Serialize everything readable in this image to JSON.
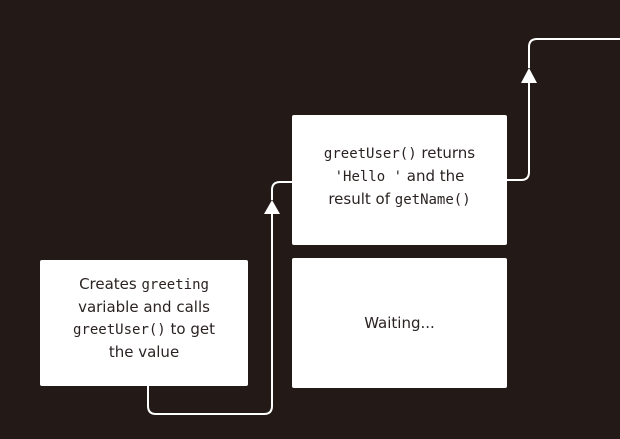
{
  "caller_box": {
    "line1_text": "Creates ",
    "line1_code": "greeting",
    "line2_text": "variable and calls",
    "line3_code": "greetUser()",
    "line3_text": " to get",
    "line4_text": "the value"
  },
  "greet_box": {
    "line1_code": "greetUser()",
    "line1_text": " returns",
    "line2_code": "'Hello '",
    "line2_text": " and the",
    "line3_text": "result of ",
    "line3_code": "getName()"
  },
  "waiting_box": {
    "label": "Waiting..."
  },
  "colors": {
    "background": "#231a17",
    "box": "#ffffff",
    "connector": "#ffffff",
    "text": "#2a2322"
  }
}
